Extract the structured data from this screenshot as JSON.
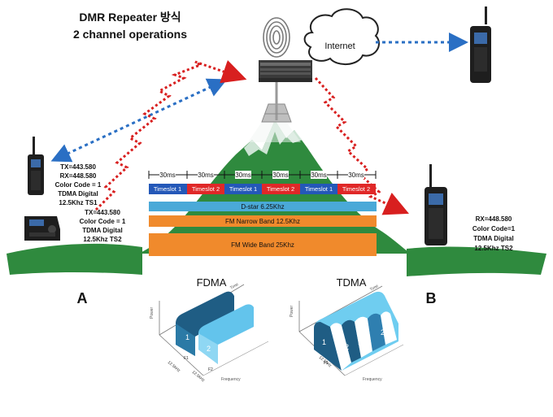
{
  "title": {
    "line1": "DMR Repeater 방식",
    "line2": "2 channel operations"
  },
  "cloud_label": "Internet",
  "stations": {
    "a_label": "A",
    "b_label": "B",
    "radio_a_ts1": [
      "TX=443.580",
      "RX=448.580",
      "Color Code = 1",
      "TDMA Digital",
      "12.5Khz TS1"
    ],
    "mobile_a_ts2": [
      "TX=443.580",
      "Color Code = 1",
      "TDMA Digital",
      "12.5Khz TS2"
    ],
    "radio_b": [
      "RX=448.580",
      "Color Code=1",
      "TDMA Digital",
      "12.5Khz TS2"
    ]
  },
  "timing": {
    "durations": [
      "30ms",
      "30ms",
      "30ms",
      "30ms",
      "30ms",
      "30ms"
    ],
    "slots": [
      "Timeslot 1",
      "Timeslot 2",
      "Timeslot 1",
      "Timeslot 2",
      "Timeslot 1",
      "Timeslot 2"
    ]
  },
  "bands": {
    "dstar": "D-star 6.25Khz",
    "fm_narrow": "FM Narrow Band 12.5Khz",
    "fm_wide": "FM Wide Band 25Khz"
  },
  "fdma": {
    "title": "FDMA",
    "time_label": "Time",
    "power_label": "Power",
    "freq_label": "Frequency",
    "block_labels": [
      "1",
      "2"
    ],
    "f_labels": [
      "F1",
      "F2"
    ],
    "bw_labels": [
      "12.5kHz",
      "12.5kHz"
    ]
  },
  "tdma": {
    "title": "TDMA",
    "time_label": "Time",
    "power_label": "Power",
    "freq_label": "Frequency",
    "block_labels": [
      "1",
      "2",
      "1",
      "2"
    ],
    "f_label": "F1",
    "bw_label": "12.5kHz"
  },
  "colors": {
    "mountain": "#2f8a3e",
    "ts1": "#2458b8",
    "ts2": "#e02828",
    "dstar": "#4aa9d8",
    "fm": "#f08a2c",
    "link_dots": "#2a6fc4",
    "rf_zigzag": "#d81f1f"
  }
}
